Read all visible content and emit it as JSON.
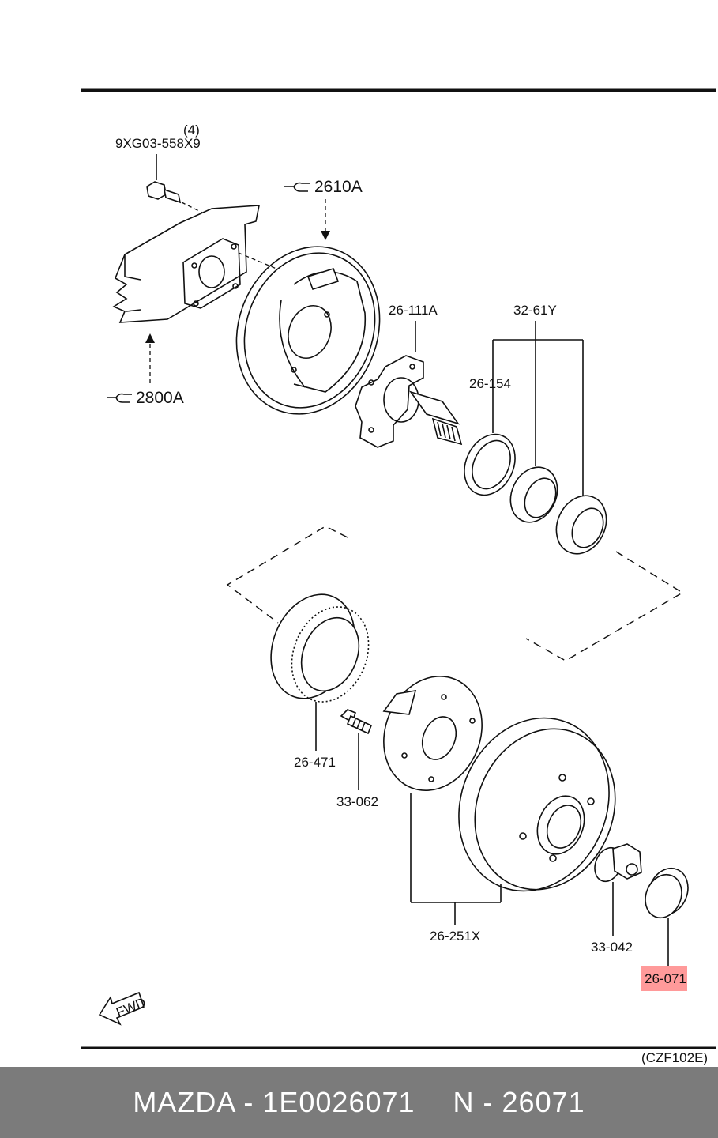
{
  "diagram": {
    "labels": {
      "bolt_qty": "(4)",
      "bolt": "9XG03-558X9",
      "backing_plate": "2610A",
      "knuckle": "2800A",
      "spindle": "26-111A",
      "bearing_set": "32-61Y",
      "bearing_race": "26-154",
      "abs_ring": "26-471",
      "wheel_stud": "33-062",
      "drum_hub": "26-251X",
      "hub_nut": "33-042",
      "grease_cap": "26-071",
      "fwd": "FWD",
      "diagram_code": "(CZF102E)"
    },
    "highlight_color": "#ff9a9a"
  },
  "caption": {
    "brand_part": "MAZDA - 1E0026071",
    "ref": "N - 26071"
  }
}
